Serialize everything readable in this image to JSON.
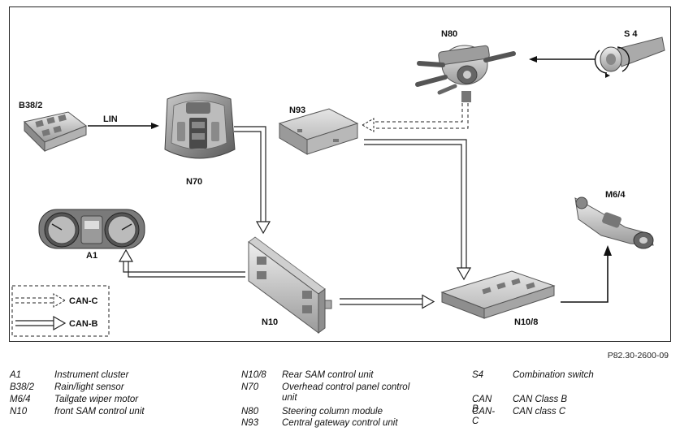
{
  "components": {
    "b38_2": "B38/2",
    "n70": "N70",
    "n93": "N93",
    "n80": "N80",
    "s4": "S 4",
    "a1": "A1",
    "n10": "N10",
    "n10_8": "N10/8",
    "m6_4": "M6/4"
  },
  "connection_labels": {
    "lin": "LIN"
  },
  "bus_legend": {
    "can_c": "CAN-C",
    "can_b": "CAN-B"
  },
  "figure_ref": "P82.30-2600-09",
  "legend": {
    "col1": [
      {
        "code": "A1",
        "desc": "Instrument cluster"
      },
      {
        "code": "B38/2",
        "desc": "Rain/light sensor"
      },
      {
        "code": "M6/4",
        "desc": "Tailgate wiper motor"
      },
      {
        "code": "N10",
        "desc": "front SAM control unit"
      }
    ],
    "col2": [
      {
        "code": "N10/8",
        "desc": "Rear SAM control unit"
      },
      {
        "code": "N70",
        "desc": "Overhead control panel control unit"
      },
      {
        "code": "N80",
        "desc": "Steering column module"
      },
      {
        "code": "N93",
        "desc": "Central gateway control unit"
      }
    ],
    "col3": [
      {
        "code": "S4",
        "desc": "Combination switch"
      },
      {
        "code": "CAN B",
        "desc": "CAN Class B"
      },
      {
        "code": "CAN-C",
        "desc": "CAN class C"
      }
    ]
  }
}
